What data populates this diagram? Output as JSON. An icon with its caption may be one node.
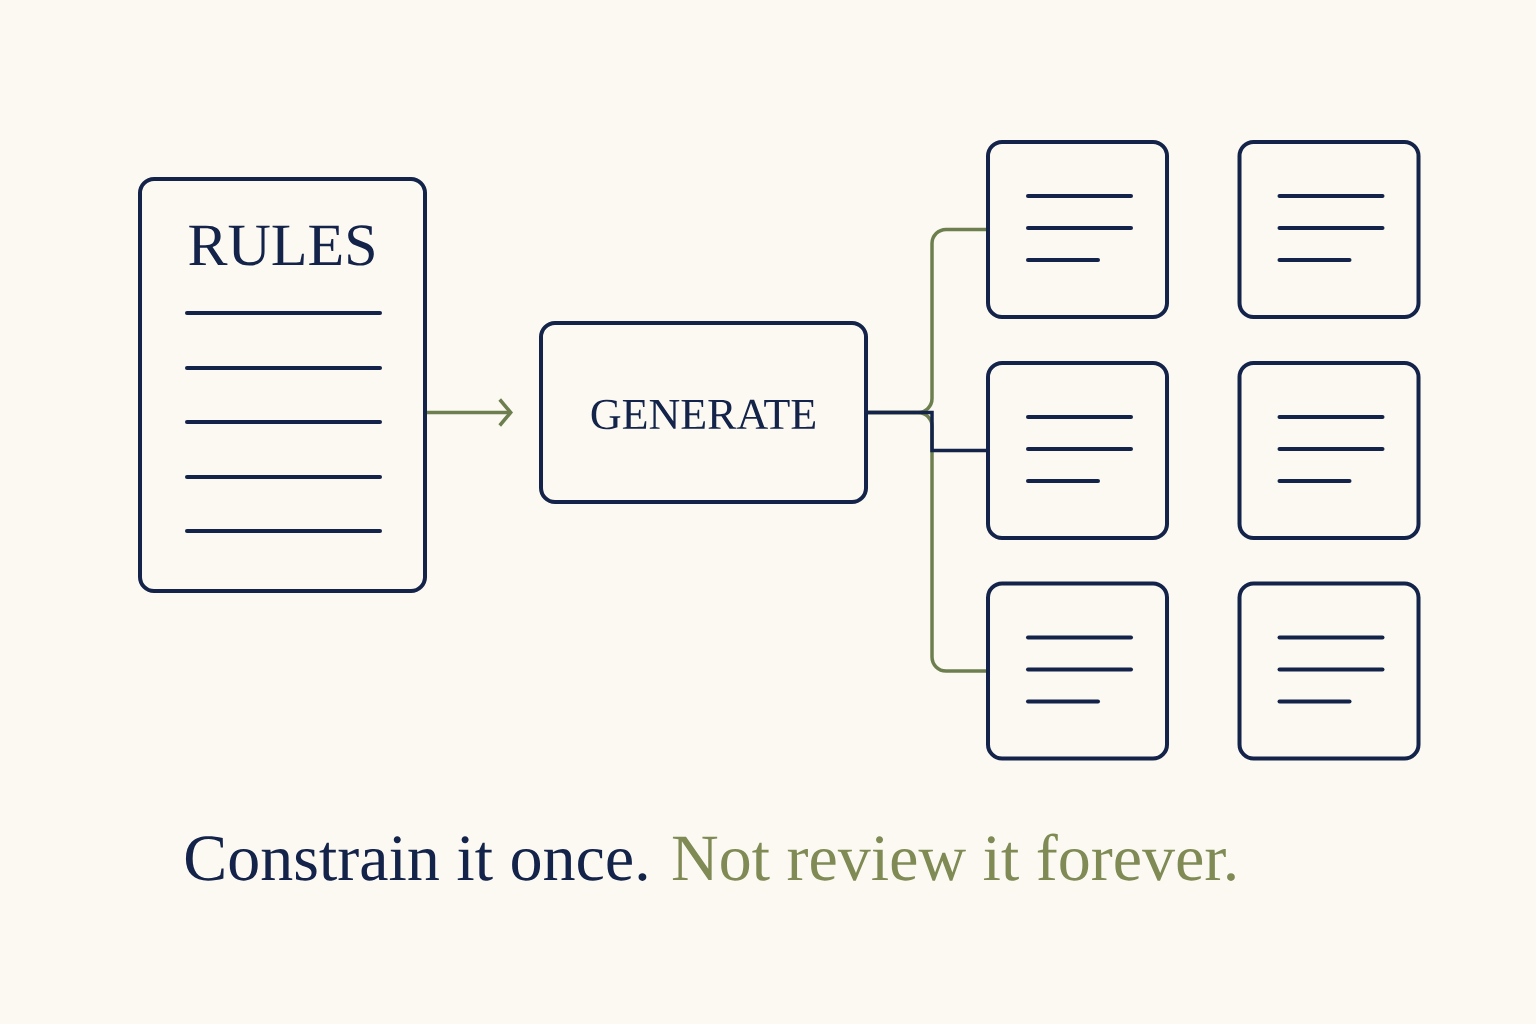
{
  "diagram": {
    "nodes": [
      {
        "text": [
          "RULES"
        ]
      },
      {
        "text": [
          "GENERATE"
        ]
      },
      {
        "text": [],
        "shape": "box"
      },
      {
        "text": [],
        "shape": "box"
      },
      {
        "text": [],
        "shape": "box"
      },
      {
        "text": [],
        "shape": "box"
      },
      {
        "text": [],
        "shape": "box"
      },
      {
        "text": [],
        "shape": "box"
      }
    ],
    "edges": [
      {
        "from": 0,
        "to": 1,
        "arrow": "to"
      },
      {
        "from": 1,
        "to": 2,
        "arrow": "none"
      },
      {
        "from": 1,
        "to": 4,
        "arrow": "none",
        "color": "#14234a"
      },
      {
        "from": 1,
        "to": 6,
        "arrow": "none"
      }
    ],
    "labels": [
      "Constrain it once.",
      "Not review it forever."
    ]
  }
}
